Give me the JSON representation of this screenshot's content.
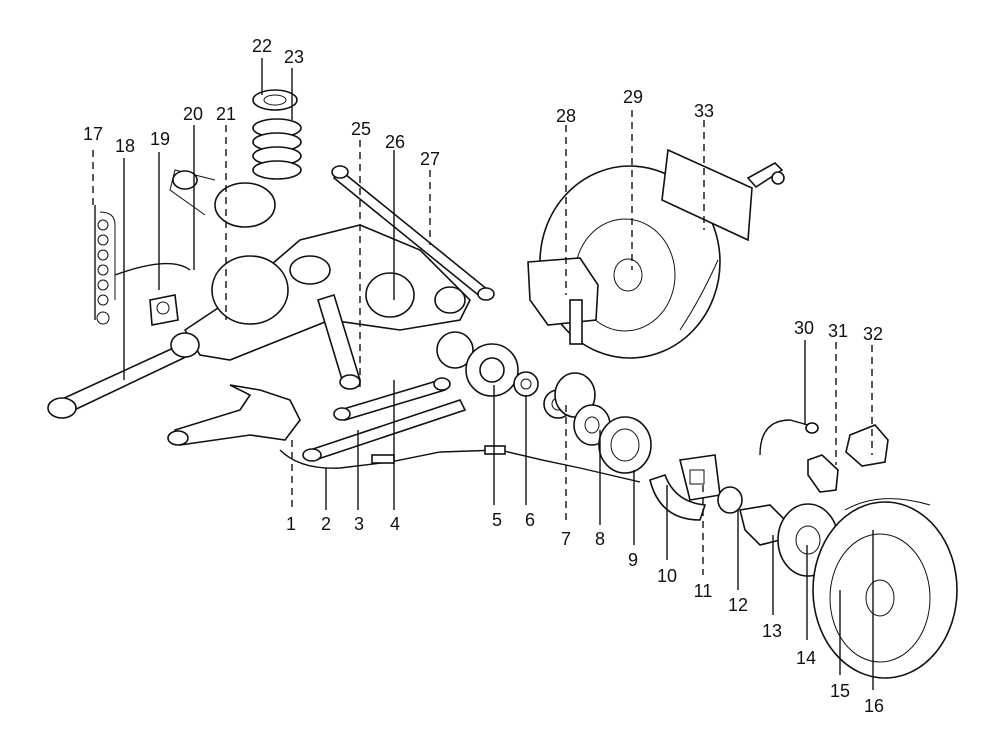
{
  "callouts": [
    {
      "n": "1"
    },
    {
      "n": "2"
    },
    {
      "n": "3"
    },
    {
      "n": "4"
    },
    {
      "n": "5"
    },
    {
      "n": "6"
    },
    {
      "n": "7"
    },
    {
      "n": "8"
    },
    {
      "n": "9"
    },
    {
      "n": "10"
    },
    {
      "n": "11"
    },
    {
      "n": "12"
    },
    {
      "n": "13"
    },
    {
      "n": "14"
    },
    {
      "n": "15"
    },
    {
      "n": "16"
    },
    {
      "n": "17"
    },
    {
      "n": "18"
    },
    {
      "n": "19"
    },
    {
      "n": "20"
    },
    {
      "n": "21"
    },
    {
      "n": "22"
    },
    {
      "n": "23"
    },
    {
      "n": "25"
    },
    {
      "n": "26"
    },
    {
      "n": "27"
    },
    {
      "n": "28"
    },
    {
      "n": "29"
    },
    {
      "n": "30"
    },
    {
      "n": "31"
    },
    {
      "n": "32"
    },
    {
      "n": "33"
    }
  ]
}
